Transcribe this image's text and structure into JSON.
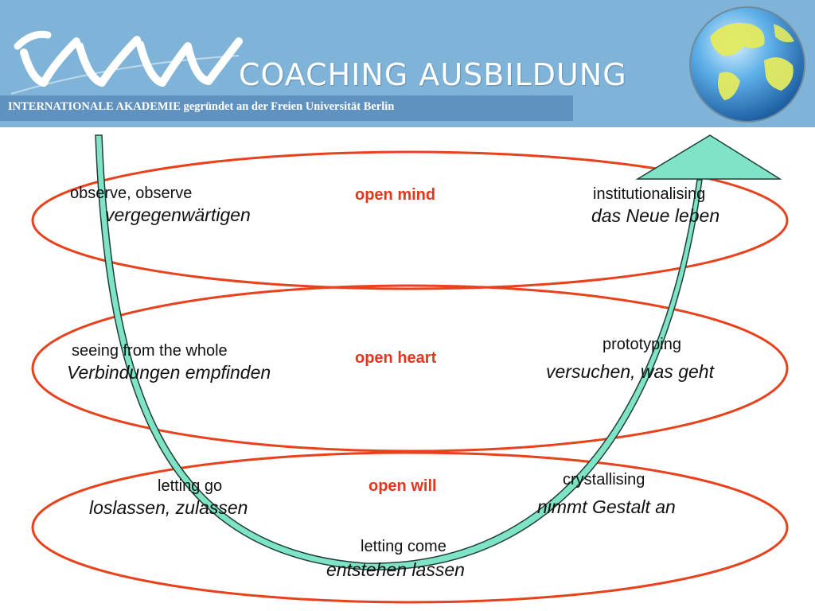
{
  "header": {
    "logo_text": "ivvw",
    "title": "COACHING AUSBILDUNG",
    "subtitle": "INTERNATIONALE AKADEMIE gegründet an der Freien Universität Berlin",
    "background_color": "#7fb3d8",
    "subtitle_bar_color": "#5f92bf",
    "globe_icon": "globe-icon"
  },
  "diagram": {
    "ellipse_color": "#e8411c",
    "curve_color": "#7fe3c5",
    "levels": [
      {
        "center": "open mind",
        "left_en": "observe, observe",
        "left_de": "vergegenwärtigen",
        "right_en": "institutionalising",
        "right_de": "das Neue leben"
      },
      {
        "center": "open heart",
        "left_en": "seeing from the whole",
        "left_de": "Verbindungen empfinden",
        "right_en": "prototyping",
        "right_de": "versuchen, was geht"
      },
      {
        "center": "open will",
        "left_en": "letting go",
        "left_de": "loslassen, zulassen",
        "right_en": "crystallising",
        "right_de": "nimmt Gestalt an"
      }
    ],
    "bottom": {
      "en": "letting come",
      "de": "entstehen lassen"
    }
  }
}
